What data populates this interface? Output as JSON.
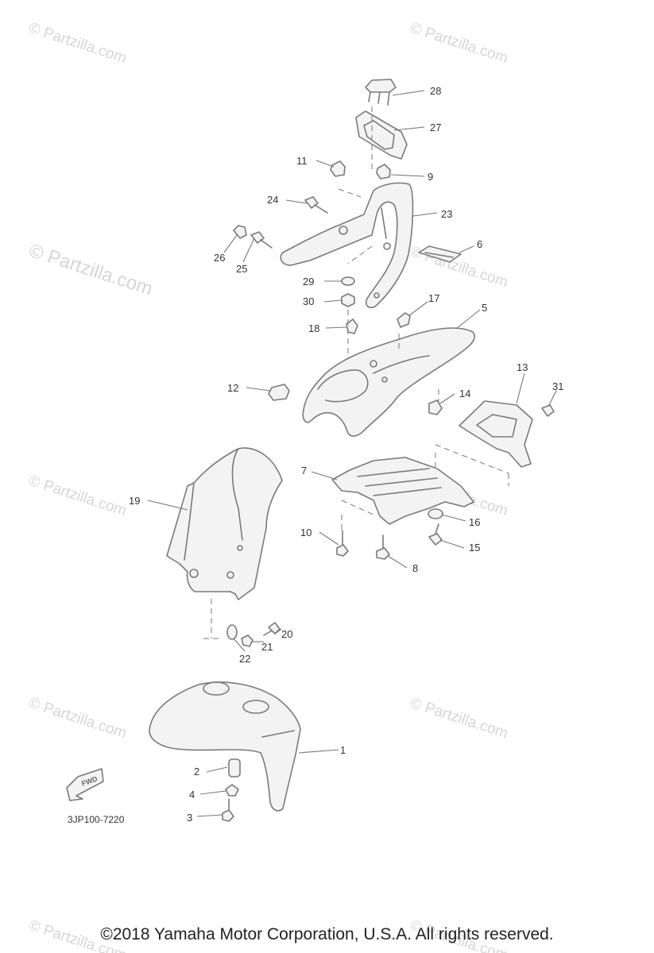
{
  "watermark_text": "© Partzilla.com",
  "diagram_code": "3JP100-7220",
  "fwd_label": "FWD",
  "copyright": "©2018 Yamaha Motor Corporation, U.S.A. All rights reserved.",
  "callouts": [
    "1",
    "2",
    "3",
    "4",
    "5",
    "6",
    "7",
    "8",
    "9",
    "10",
    "11",
    "12",
    "13",
    "14",
    "15",
    "16",
    "17",
    "18",
    "19",
    "20",
    "21",
    "22",
    "23",
    "24",
    "25",
    "26",
    "27",
    "28",
    "29",
    "30",
    "31"
  ]
}
